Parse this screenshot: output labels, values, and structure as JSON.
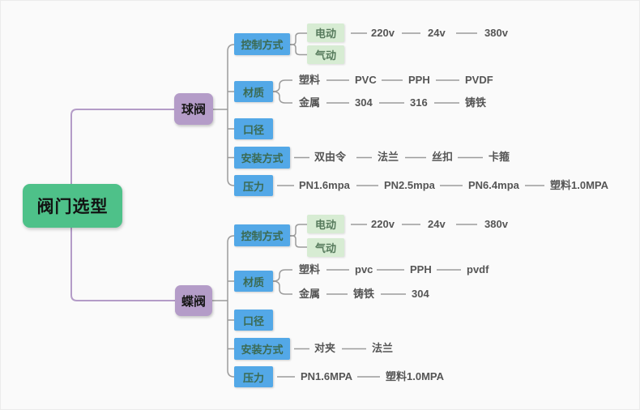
{
  "colors": {
    "bg": "#fafafa",
    "root_bg": "#4ec189",
    "branch_bg": "#b49cc8",
    "category_bg": "#53a8e7",
    "category_text": "#3b6a52",
    "leafbox_bg": "#d7ecd3",
    "leafbox_text": "#567a5c",
    "leaf_text": "#555555",
    "line_gray": "#9b9b9b",
    "line_purple": "#b49cc8"
  },
  "mindmap": {
    "root": {
      "label": "阀门选型"
    },
    "ball": {
      "label": "球阀",
      "control": {
        "label": "控制方式",
        "electric": {
          "label": "电动",
          "chain": [
            "220v",
            "24v",
            "380v"
          ]
        },
        "pneumatic": {
          "label": "气动"
        }
      },
      "material": {
        "label": "材质",
        "plastic": {
          "label": "塑料",
          "chain": [
            "PVC",
            "PPH",
            "PVDF"
          ]
        },
        "metal": {
          "label": "金属",
          "chain": [
            "304",
            "316",
            "铸铁"
          ]
        }
      },
      "diameter": {
        "label": "口径"
      },
      "install": {
        "label": "安装方式",
        "chain": [
          "双由令",
          "法兰",
          "丝扣",
          "卡箍"
        ]
      },
      "pressure": {
        "label": "压力",
        "chain": [
          "PN1.6mpa",
          "PN2.5mpa",
          "PN6.4mpa",
          "塑料1.0MPA"
        ]
      }
    },
    "butterfly": {
      "label": "蝶阀",
      "control": {
        "label": "控制方式",
        "electric": {
          "label": "电动",
          "chain": [
            "220v",
            "24v",
            "380v"
          ]
        },
        "pneumatic": {
          "label": "气动"
        }
      },
      "material": {
        "label": "材质",
        "plastic": {
          "label": "塑料",
          "chain": [
            "pvc",
            "PPH",
            "pvdf"
          ]
        },
        "metal": {
          "label": "金属",
          "chain": [
            "铸铁",
            "304"
          ]
        }
      },
      "diameter": {
        "label": "口径"
      },
      "install": {
        "label": "安装方式",
        "chain": [
          "对夹",
          "法兰"
        ]
      },
      "pressure": {
        "label": "压力",
        "chain": [
          "PN1.6MPA",
          "塑料1.0MPA"
        ]
      }
    }
  }
}
